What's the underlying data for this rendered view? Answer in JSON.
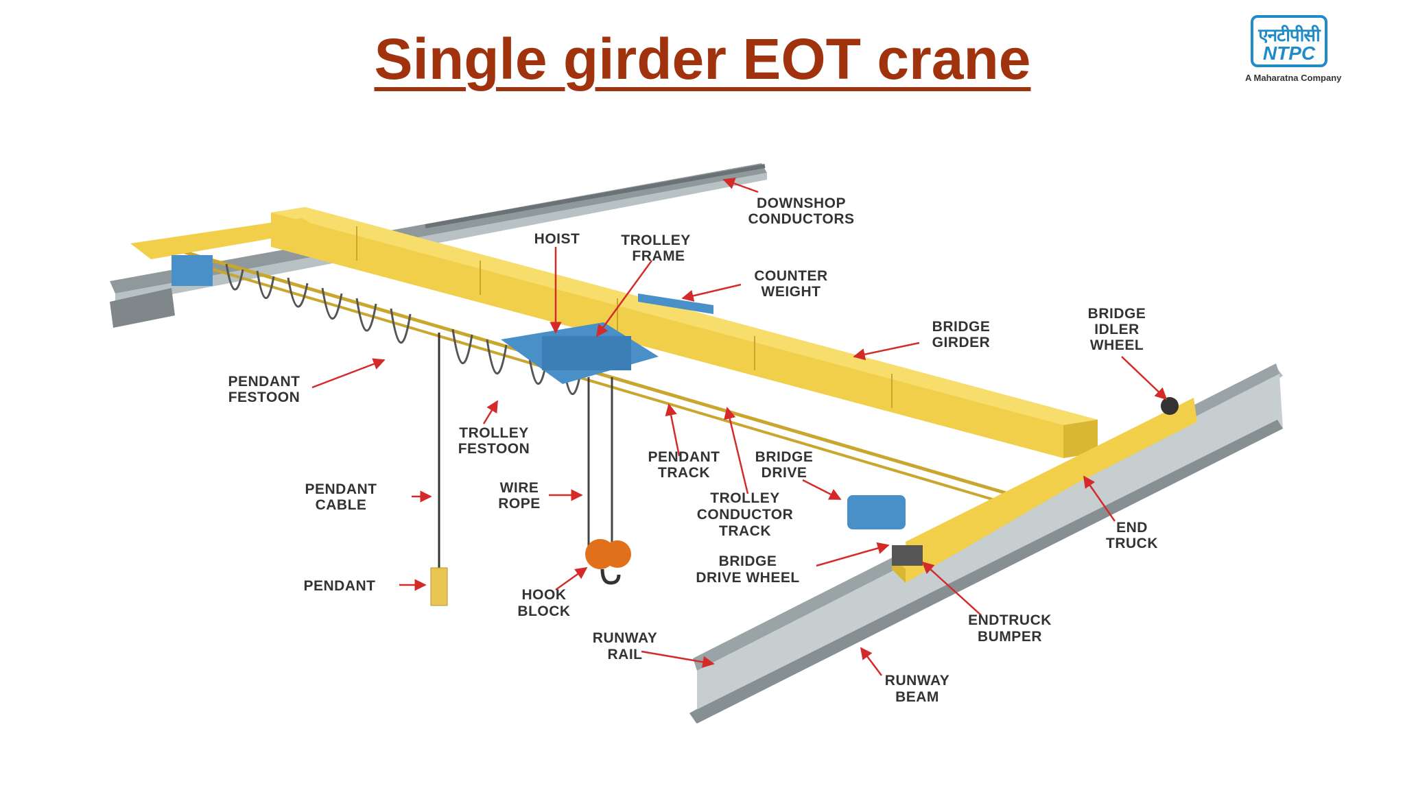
{
  "slide": {
    "title": "Single girder EOT crane"
  },
  "logo": {
    "hindi": "एनटीपीसी",
    "name": "NTPC",
    "tagline": "A Maharatna Company"
  },
  "diagram": {
    "labels": {
      "downshop_conductors": [
        "DOWNSHOP",
        "CONDUCTORS"
      ],
      "hoist": [
        "HOIST"
      ],
      "trolley_frame": [
        "TROLLEY",
        "FRAME"
      ],
      "counter_weight": [
        "COUNTER",
        "WEIGHT"
      ],
      "bridge_girder": [
        "BRIDGE",
        "GIRDER"
      ],
      "bridge_idler_wheel": [
        "BRIDGE",
        "IDLER",
        "WHEEL"
      ],
      "pendant_festoon": [
        "PENDANT",
        "FESTOON"
      ],
      "trolley_festoon": [
        "TROLLEY",
        "FESTOON"
      ],
      "pendant_track": [
        "PENDANT",
        "TRACK"
      ],
      "bridge_drive": [
        "BRIDGE",
        "DRIVE"
      ],
      "pendant_cable": [
        "PENDANT",
        "CABLE"
      ],
      "wire_rope": [
        "WIRE",
        "ROPE"
      ],
      "trolley_conductor_track": [
        "TROLLEY",
        "CONDUCTOR",
        "TRACK"
      ],
      "end_truck": [
        "END",
        "TRUCK"
      ],
      "bridge_drive_wheel": [
        "BRIDGE",
        "DRIVE WHEEL"
      ],
      "pendant": [
        "PENDANT"
      ],
      "hook_block": [
        "HOOK",
        "BLOCK"
      ],
      "endtruck_bumper": [
        "ENDTRUCK",
        "BUMPER"
      ],
      "runway_rail": [
        "RUNWAY",
        "RAIL"
      ],
      "runway_beam": [
        "RUNWAY",
        "BEAM"
      ]
    }
  }
}
